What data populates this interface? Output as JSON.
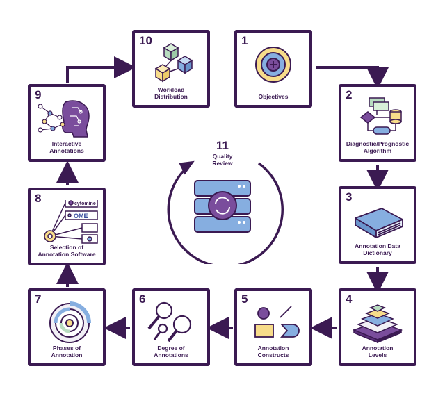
{
  "steps": [
    {
      "n": "1",
      "label": "Objectives"
    },
    {
      "n": "2",
      "label": "Diagnostic/Prognostic\nAlgorithm"
    },
    {
      "n": "3",
      "label": "Annotation Data\nDictionary"
    },
    {
      "n": "4",
      "label": "Annotation\nLevels"
    },
    {
      "n": "5",
      "label": "Annotation\nConstructs"
    },
    {
      "n": "6",
      "label": "Degree of\nAnnotations"
    },
    {
      "n": "7",
      "label": "Phases of\nAnnotation"
    },
    {
      "n": "8",
      "label": "Selection of\nAnnotation Software"
    },
    {
      "n": "9",
      "label": "Interactive\nAnnotations"
    },
    {
      "n": "10",
      "label": "Workload\nDistribution"
    }
  ],
  "center": {
    "n": "11",
    "label": "Quality\nReview"
  },
  "software_logos": [
    "cytomine",
    "OME"
  ],
  "colors": {
    "purple": "#3b1a52",
    "mid_purple": "#7a4d9c",
    "yellow": "#f7dc8a",
    "blue": "#86aee0",
    "green": "#b8dcc0"
  }
}
